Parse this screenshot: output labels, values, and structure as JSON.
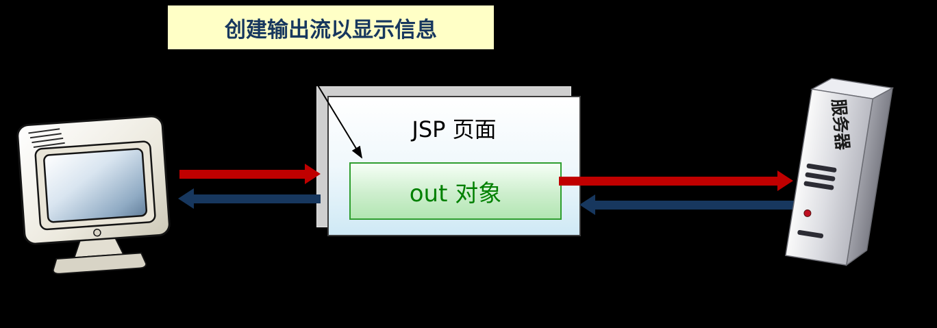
{
  "background_color": "#000000",
  "callout": {
    "text": "创建输出流以显示信息",
    "bg_color": "#FFFFC6",
    "text_color": "#17375E"
  },
  "jsp_panel": {
    "title": "JSP 页面",
    "bg_top_color": "#FFFFFF",
    "bg_bottom_color": "#CFE9F5",
    "out_box": {
      "label": "out 对象",
      "text_color": "#008000",
      "border_color": "#2E9E2E"
    }
  },
  "server": {
    "label": "服务器",
    "icon": "server-tower"
  },
  "client": {
    "icon": "crt-monitor"
  },
  "arrows": {
    "request_color": "#C00000",
    "response_color": "#17375E",
    "leader_color": "#000000",
    "items": [
      {
        "name": "client-to-jsp",
        "direction": "right",
        "color": "#C00000"
      },
      {
        "name": "jsp-to-client",
        "direction": "left",
        "color": "#17375E"
      },
      {
        "name": "jsp-to-server",
        "direction": "right",
        "color": "#C00000"
      },
      {
        "name": "server-to-jsp",
        "direction": "left",
        "color": "#17375E"
      }
    ]
  }
}
